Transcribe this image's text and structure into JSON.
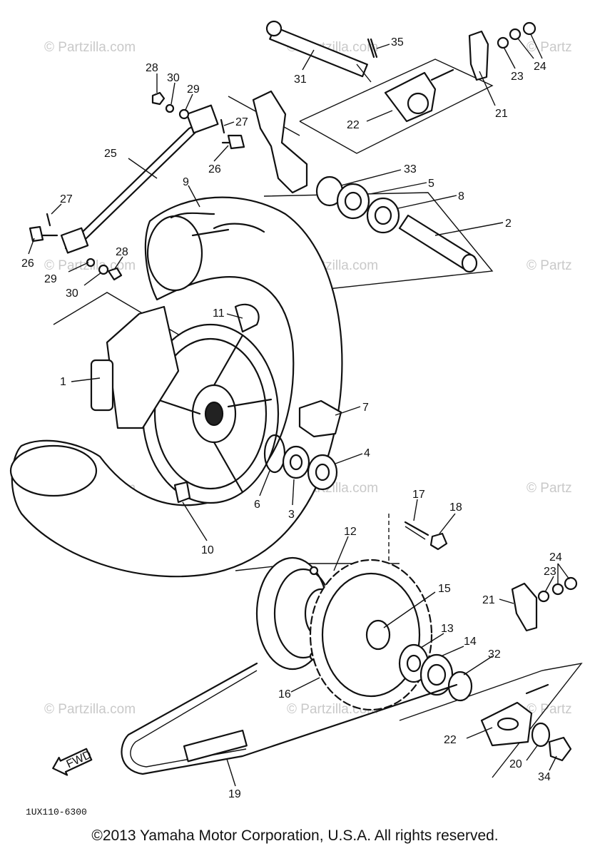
{
  "watermark_text": "© Partzilla.com",
  "watermark_partial": "© Partz",
  "diagram_code": "1UX110-6300",
  "fwd_label": "FWD",
  "copyright": "©2013 Yamaha Motor Corporation, U.S.A. All rights reserved.",
  "callouts": [
    "35",
    "31",
    "28",
    "30",
    "29",
    "27",
    "26",
    "25",
    "9",
    "27",
    "26",
    "29",
    "30",
    "28",
    "22",
    "21",
    "23",
    "24",
    "33",
    "5",
    "8",
    "2",
    "11",
    "1",
    "7",
    "4",
    "6",
    "3",
    "10",
    "17",
    "18",
    "12",
    "15",
    "13",
    "14",
    "32",
    "16",
    "21",
    "23",
    "24",
    "22",
    "20",
    "34",
    "19"
  ]
}
